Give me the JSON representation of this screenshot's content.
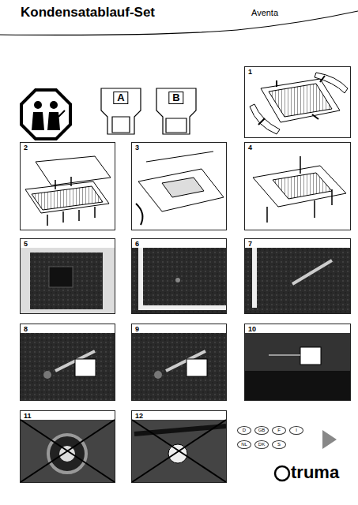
{
  "diagram": {
    "title": "Kondensatablauf-Set",
    "nodes": [
      {
        "text": [
          "A"
        ]
      },
      {
        "text": [
          "B"
        ]
      },
      {
        "text": [
          "1"
        ]
      },
      {
        "text": [
          "2"
        ]
      },
      {
        "text": [
          "3"
        ]
      },
      {
        "text": [
          "4"
        ]
      },
      {
        "text": [
          "5"
        ]
      },
      {
        "text": [
          "6"
        ]
      },
      {
        "text": [
          "7"
        ]
      },
      {
        "text": [
          "8"
        ]
      },
      {
        "text": [
          "9"
        ]
      },
      {
        "text": [
          "10"
        ]
      },
      {
        "text": [
          "11"
        ]
      },
      {
        "text": [
          "12"
        ]
      },
      {
        "text": [
          "D"
        ]
      },
      {
        "text": [
          "GB"
        ]
      },
      {
        "text": [
          "F"
        ]
      },
      {
        "text": [
          "I"
        ]
      },
      {
        "text": [
          "NL"
        ]
      },
      {
        "text": [
          "DK"
        ]
      },
      {
        "text": [
          "S"
        ]
      }
    ],
    "labels": [
      "Aventa",
      "truma"
    ]
  }
}
